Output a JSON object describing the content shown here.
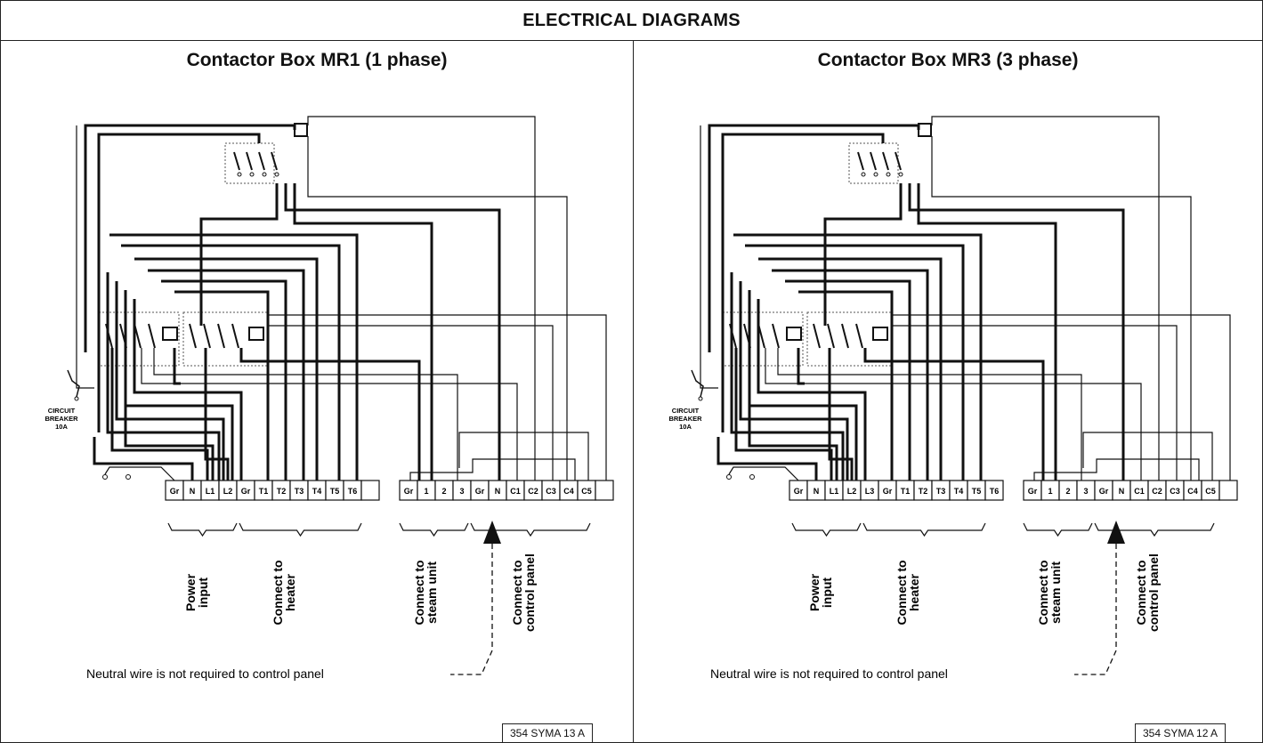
{
  "header": {
    "title": "ELECTRICAL DIAGRAMS"
  },
  "panels": [
    {
      "title": "Contactor Box MR1 (1 phase)",
      "terminals": [
        "Gr",
        "N",
        "L1",
        "L2",
        "Gr",
        "T1",
        "T2",
        "T3",
        "T4",
        "T5",
        "T6",
        ""
      ],
      "terminals2": [
        "Gr",
        "1",
        "2",
        "3",
        "Gr",
        "N",
        "C1",
        "C2",
        "C3",
        "C4",
        "C5",
        ""
      ],
      "groups": [
        {
          "line1": "Power",
          "line2": "input"
        },
        {
          "line1": "Connect to",
          "line2": "heater"
        },
        {
          "line1": "Connect to",
          "line2": "steam unit"
        },
        {
          "line1": "Connect to",
          "line2": "control panel"
        }
      ],
      "breaker": [
        "CIRCUIT",
        "BREAKER",
        "10A"
      ],
      "note": "Neutral wire is not required to control panel",
      "code": "354 SYMA 13 A"
    },
    {
      "title": "Contactor Box MR3 (3 phase)",
      "terminals": [
        "Gr",
        "N",
        "L1",
        "L2",
        "L3",
        "Gr",
        "T1",
        "T2",
        "T3",
        "T4",
        "T5",
        "T6"
      ],
      "terminals2": [
        "Gr",
        "1",
        "2",
        "3",
        "Gr",
        "N",
        "C1",
        "C2",
        "C3",
        "C4",
        "C5",
        ""
      ],
      "groups": [
        {
          "line1": "Power",
          "line2": "input"
        },
        {
          "line1": "Connect to",
          "line2": "heater"
        },
        {
          "line1": "Connect to",
          "line2": "steam unit"
        },
        {
          "line1": "Connect to",
          "line2": "control panel"
        }
      ],
      "breaker": [
        "CIRCUIT",
        "BREAKER",
        "10A"
      ],
      "note": "Neutral wire is not required to control panel",
      "code": "354 SYMA 12 A"
    }
  ]
}
